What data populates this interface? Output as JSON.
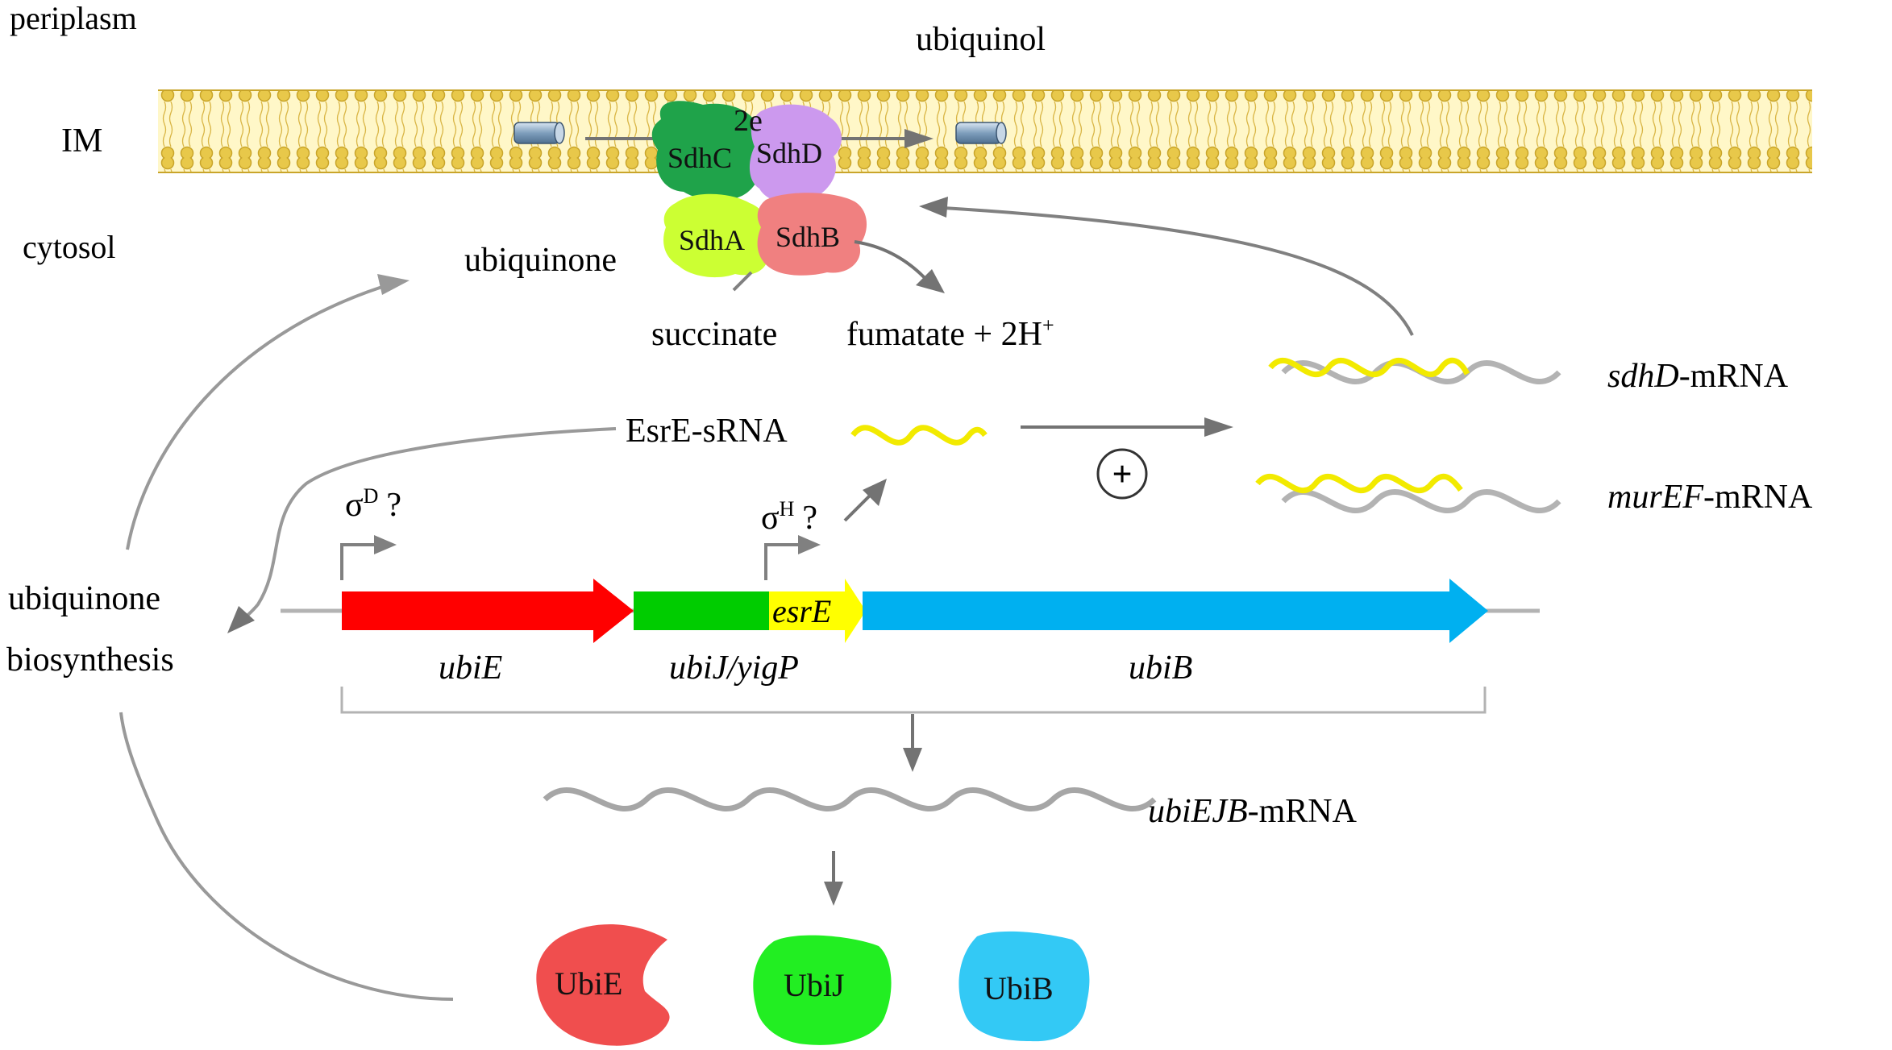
{
  "compartments": {
    "periplasm": "periplasm",
    "membrane": "IM",
    "cytosol": "cytosol"
  },
  "metabolites": {
    "ubiquinol": "ubiquinol",
    "ubiquinone": "ubiquinone",
    "succinate": "succinate",
    "fumarate_prefix": "fumatate + 2H",
    "fumarate_sup": "+",
    "electrons": "2e"
  },
  "sdh_complex": {
    "sdhA": "SdhA",
    "sdhB": "SdhB",
    "sdhC": "SdhC",
    "sdhD": "SdhD"
  },
  "srna": {
    "label": "EsrE-sRNA",
    "effect_symbol": "+"
  },
  "targets": [
    {
      "name_italic": "sdhD",
      "suffix": "-mRNA"
    },
    {
      "name_italic": "murEF",
      "suffix": "-mRNA"
    }
  ],
  "promoters": [
    {
      "sigma": "σ",
      "factor": "D",
      "question": "?"
    },
    {
      "sigma": "σ",
      "factor": "H",
      "question": "?"
    }
  ],
  "genes": {
    "ubiE": "ubiE",
    "ubiJ": "ubiJ/yigP",
    "esrE": "esrE",
    "ubiB": "ubiB"
  },
  "transcript": {
    "name_italic": "ubiEJB",
    "suffix": "-mRNA"
  },
  "proteins": {
    "ubiE": "UbiE",
    "ubiJ": "UbiJ",
    "ubiB": "UbiB"
  },
  "pathway": {
    "line1": "ubiquinone",
    "line2": "biosynthesis"
  },
  "colors": {
    "membrane": "#e8c84a",
    "ubiE_gene": "#ff0000",
    "ubiJ_gene": "#00cc00",
    "esrE_gene": "#ffff00",
    "ubiB_gene": "#00b0f0",
    "sdhA": "#ccff33",
    "sdhB": "#f08080",
    "sdhC": "#1fa34a",
    "sdhD": "#cc99ee",
    "ubiE_protein": "#f04e4e",
    "ubiJ_protein": "#22ee22",
    "ubiB_protein": "#33c9f5",
    "srna": "#ffff00",
    "mrna": "#a6a6a6",
    "arrow": "#808080"
  }
}
